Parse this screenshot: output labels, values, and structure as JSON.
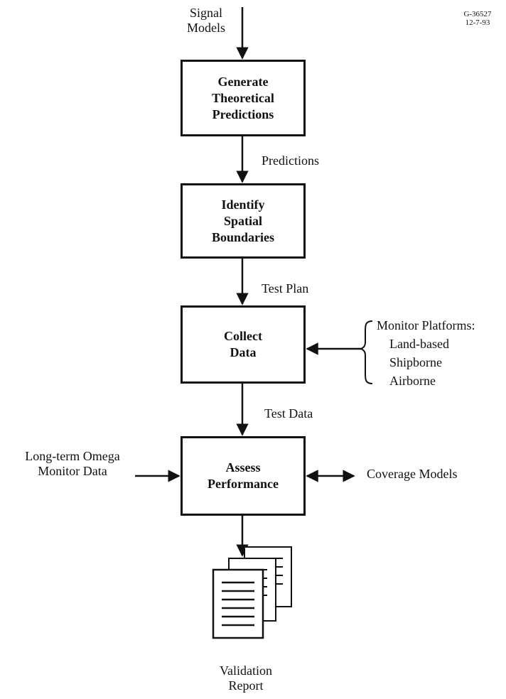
{
  "drawing_ref": {
    "number": "G-36527",
    "date": "12-7-93"
  },
  "inputs": {
    "signal_models": {
      "line1": "Signal",
      "line2": "Models"
    },
    "long_term": {
      "line1": "Long-term Omega",
      "line2": "Monitor Data"
    },
    "coverage_models": "Coverage Models",
    "monitor_platforms": {
      "title": "Monitor Platforms:",
      "items": [
        "Land-based",
        "Shipborne",
        "Airborne"
      ]
    }
  },
  "steps": [
    {
      "label": "Generate\nTheoretical\nPredictions"
    },
    {
      "label": "Identify\nSpatial\nBoundaries"
    },
    {
      "label": "Collect\nData"
    },
    {
      "label": "Assess\nPerformance"
    }
  ],
  "flow_labels": {
    "predictions": "Predictions",
    "test_plan": "Test Plan",
    "test_data": "Test Data"
  },
  "output": {
    "line1": "Validation",
    "line2": "Report"
  }
}
